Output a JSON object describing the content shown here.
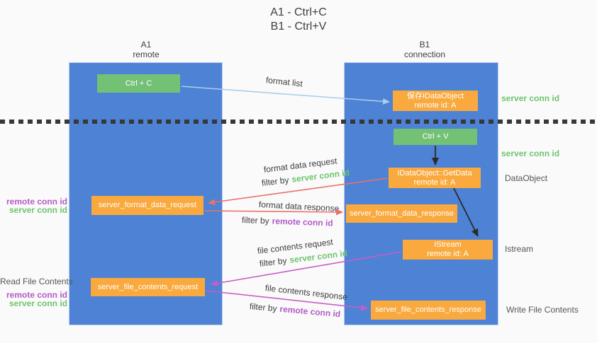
{
  "title": {
    "line1": "A1 - Ctrl+C",
    "line2": "B1 - Ctrl+V"
  },
  "lanes": {
    "a": {
      "name": "A1",
      "subtitle": "remote"
    },
    "b": {
      "name": "B1",
      "subtitle": "connection"
    }
  },
  "nodes": {
    "ctrl_c": {
      "label": "Ctrl + C"
    },
    "ctrl_v": {
      "label": "Ctrl + V"
    },
    "save_idataobject": {
      "line1": "保存IDataObject",
      "line2": "remote id: A"
    },
    "getdata": {
      "line1": "IDataObject::GetData",
      "line2": "remote id: A"
    },
    "istream": {
      "line1": "IStream",
      "line2": "remote id: A"
    },
    "format_request": {
      "label": "server_format_data_request"
    },
    "format_response": {
      "label": "server_format_data_response"
    },
    "file_request": {
      "label": "server_file_contents_request"
    },
    "file_response": {
      "label": "server_file_contents_response"
    }
  },
  "flows": {
    "format_list": {
      "label": "format list"
    },
    "format_data_request": {
      "label": "format data request",
      "filter_prefix": "filter by",
      "filter_key": "server conn id"
    },
    "format_data_response": {
      "label": "format data response",
      "filter_prefix": "filter by",
      "filter_key": "remote conn id"
    },
    "file_contents_request": {
      "label": "file contents request",
      "filter_prefix": "filter by",
      "filter_key": "server conn id"
    },
    "file_contents_response": {
      "label": "file contents response",
      "filter_prefix": "filter by",
      "filter_key": "remote conn id"
    }
  },
  "annotations": {
    "right": {
      "server_conn_top": "server conn id",
      "server_conn_mid": "server conn id",
      "dataobject": "DataObject",
      "istream": "Istream",
      "write_file_contents": "Write File Contents"
    },
    "left": {
      "remote_conn_top": "remote conn id",
      "server_conn_top": "server conn id",
      "read_file_contents": "Read File Contents",
      "remote_conn_bottom": "remote conn id",
      "server_conn_bottom": "server conn id"
    }
  },
  "colors": {
    "lane_fill": "#4d82d4",
    "green_box": "#73c175",
    "orange_box": "#f9a93d",
    "green_text": "#6fc46f",
    "purple_text": "#b45ac8",
    "red_arrow": "#e8726b",
    "magenta_arrow": "#c75ec6",
    "blue_arrow": "#a9cde9",
    "black_arrow": "#2b2b2b",
    "background": "#fafafa"
  }
}
